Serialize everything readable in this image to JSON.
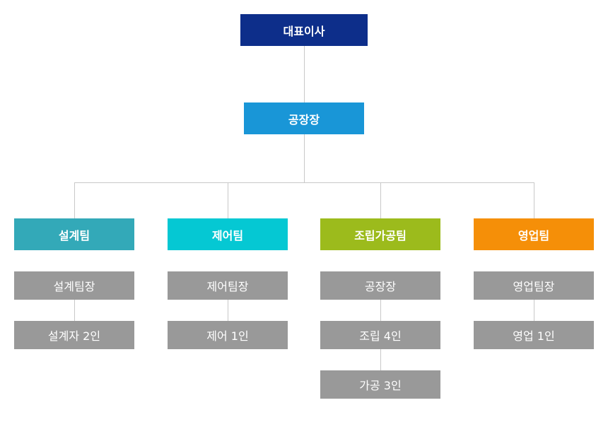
{
  "org_chart": {
    "ceo": {
      "label": "대표이사",
      "color": "#0d2e8a"
    },
    "plant_manager": {
      "label": "공장장",
      "color": "#1996d7"
    },
    "teams": [
      {
        "label": "설계팀",
        "color": "#33a9b8",
        "members": [
          "설계팀장",
          "설계자 2인"
        ]
      },
      {
        "label": "제어팀",
        "color": "#05c8d3",
        "members": [
          "제어팀장",
          "제어 1인"
        ]
      },
      {
        "label": "조립가공팀",
        "color": "#9cbb1c",
        "members": [
          "공장장",
          "조립 4인",
          "가공 3인"
        ]
      },
      {
        "label": "영업팀",
        "color": "#f58f08",
        "members": [
          "영업팀장",
          "영업 1인"
        ]
      }
    ],
    "member_color": "#999999",
    "line_color": "#c8c8c8"
  }
}
